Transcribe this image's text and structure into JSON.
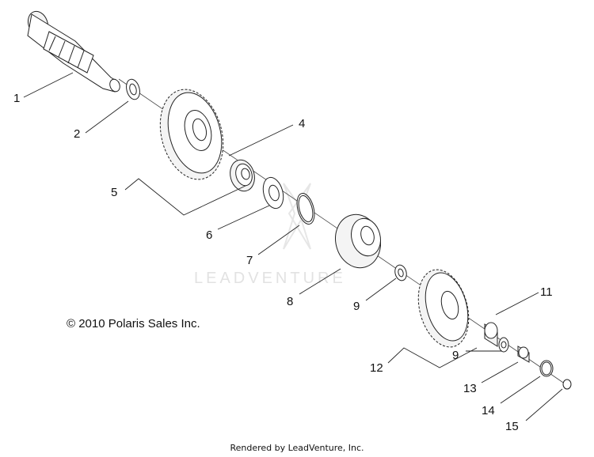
{
  "diagram": {
    "watermark": "LEADVENTURE",
    "copyright": "© 2010 Polaris Sales Inc.",
    "footer": "Rendered by LeadVenture, Inc.",
    "callouts": [
      "1",
      "2",
      "4",
      "5",
      "6",
      "7",
      "8",
      "9",
      "11",
      "12",
      "9",
      "13",
      "14",
      "15"
    ]
  }
}
